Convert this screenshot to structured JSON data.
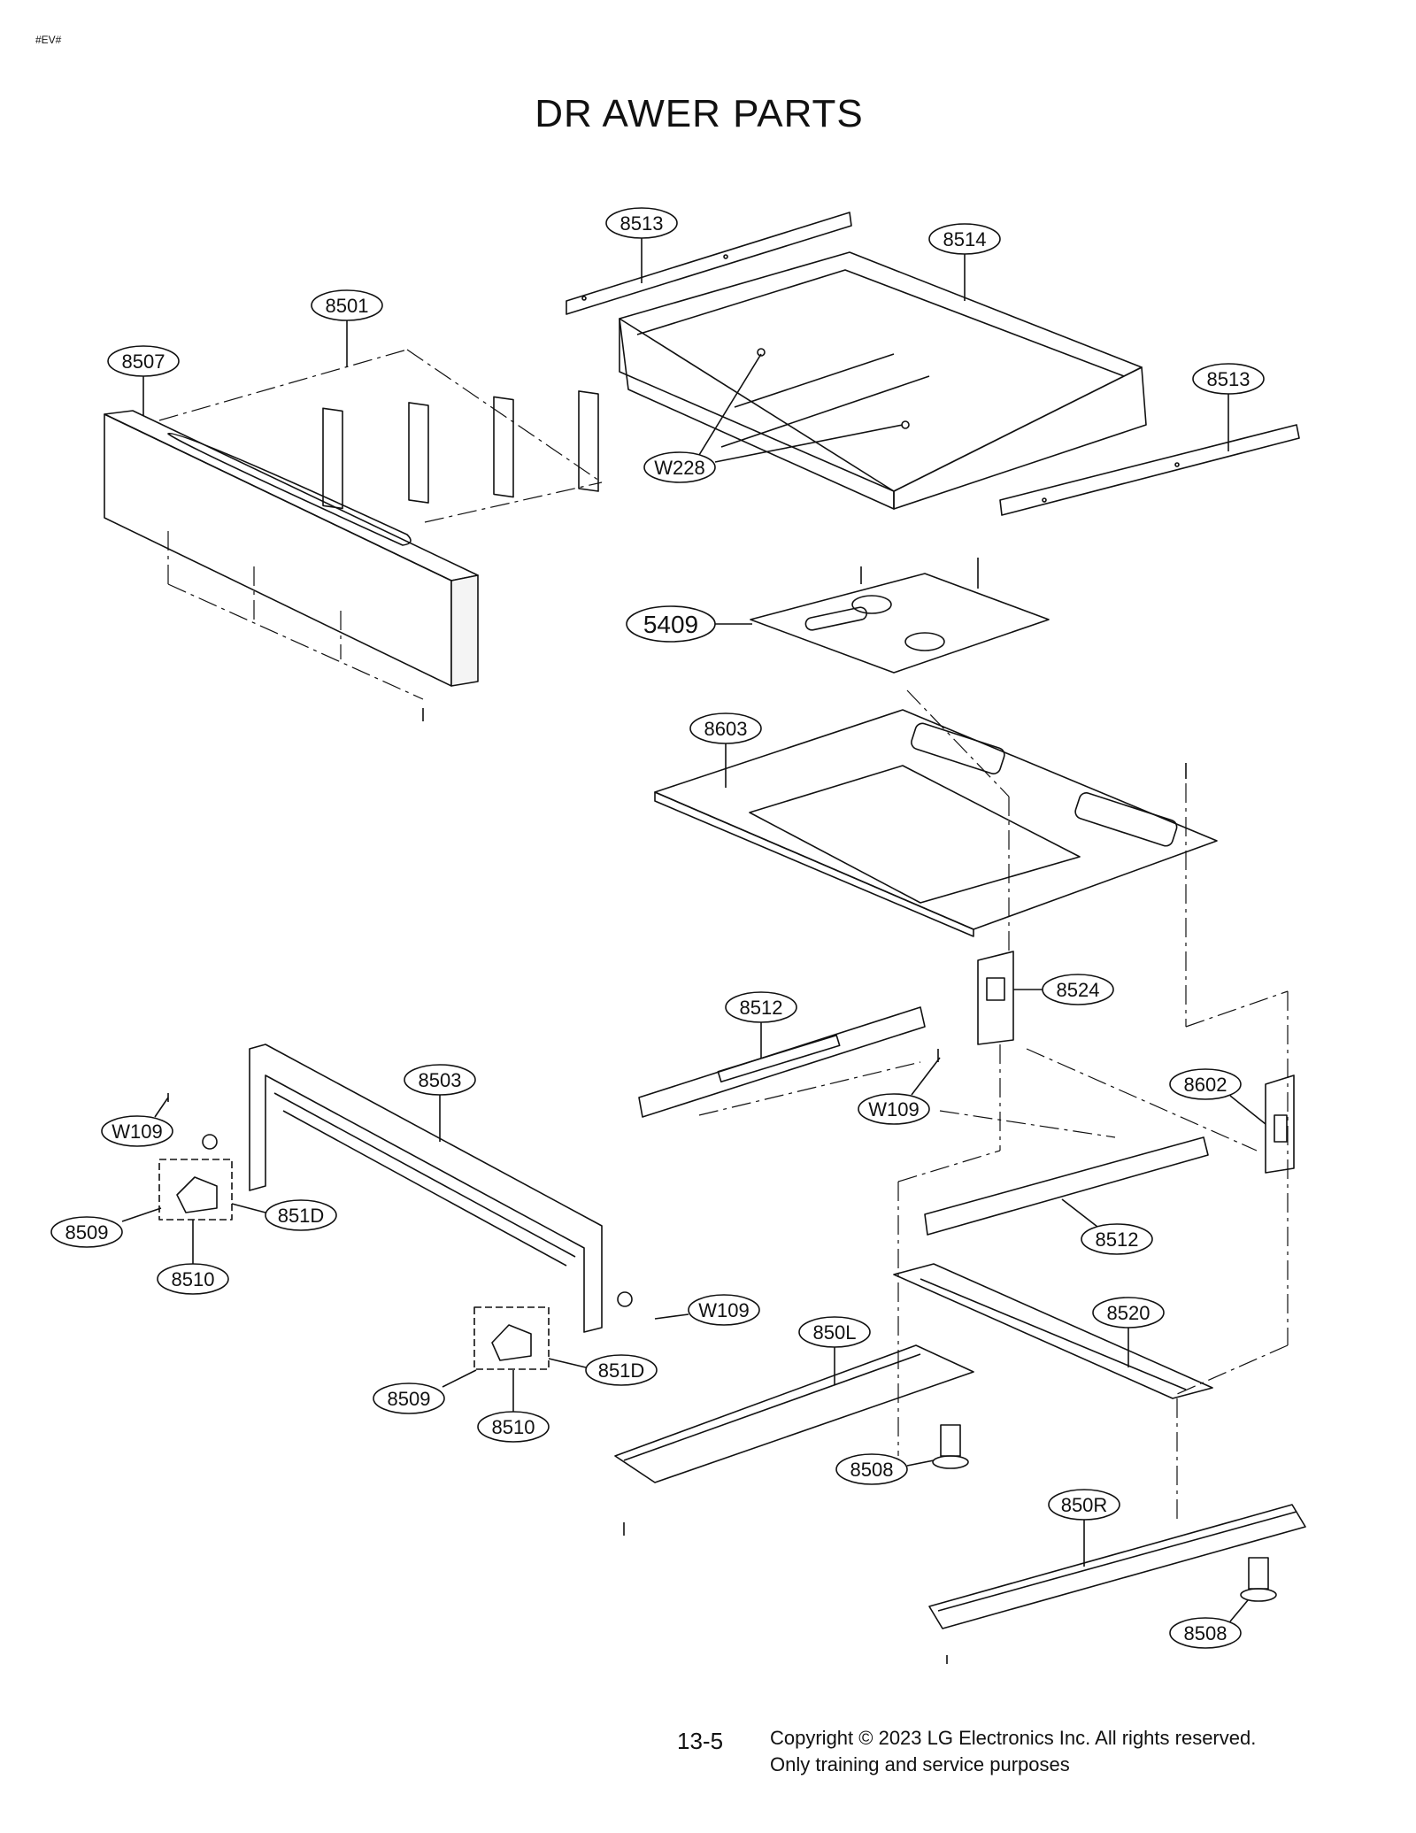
{
  "header": {
    "tag": "#EV#",
    "title": "DR AWER   PARTS"
  },
  "callouts": [
    {
      "id": "8513-a",
      "text": "8513"
    },
    {
      "id": "8514",
      "text": "8514"
    },
    {
      "id": "8501",
      "text": "8501"
    },
    {
      "id": "8507",
      "text": "8507"
    },
    {
      "id": "8513-b",
      "text": "8513"
    },
    {
      "id": "W228",
      "text": "W228"
    },
    {
      "id": "5409",
      "text": "5409"
    },
    {
      "id": "8603",
      "text": "8603"
    },
    {
      "id": "8524",
      "text": "8524"
    },
    {
      "id": "8512-a",
      "text": "8512"
    },
    {
      "id": "8503",
      "text": "8503"
    },
    {
      "id": "W109-a",
      "text": "W109"
    },
    {
      "id": "W109-b",
      "text": "W109"
    },
    {
      "id": "8602",
      "text": "8602"
    },
    {
      "id": "851D-a",
      "text": "851D"
    },
    {
      "id": "8509-a",
      "text": "8509"
    },
    {
      "id": "8510-a",
      "text": "8510"
    },
    {
      "id": "8512-b",
      "text": "8512"
    },
    {
      "id": "W109-c",
      "text": "W109"
    },
    {
      "id": "8520",
      "text": "8520"
    },
    {
      "id": "850L",
      "text": "850L"
    },
    {
      "id": "851D-b",
      "text": "851D"
    },
    {
      "id": "8509-b",
      "text": "8509"
    },
    {
      "id": "8510-b",
      "text": "8510"
    },
    {
      "id": "8508-a",
      "text": "8508"
    },
    {
      "id": "850R",
      "text": "850R"
    },
    {
      "id": "8508-b",
      "text": "8508"
    }
  ],
  "footer": {
    "page_number": "13-5",
    "copyright_line1": "Copyright © 2023 LG Electronics Inc. All rights reserved.",
    "copyright_line2": "Only training and service purposes"
  }
}
